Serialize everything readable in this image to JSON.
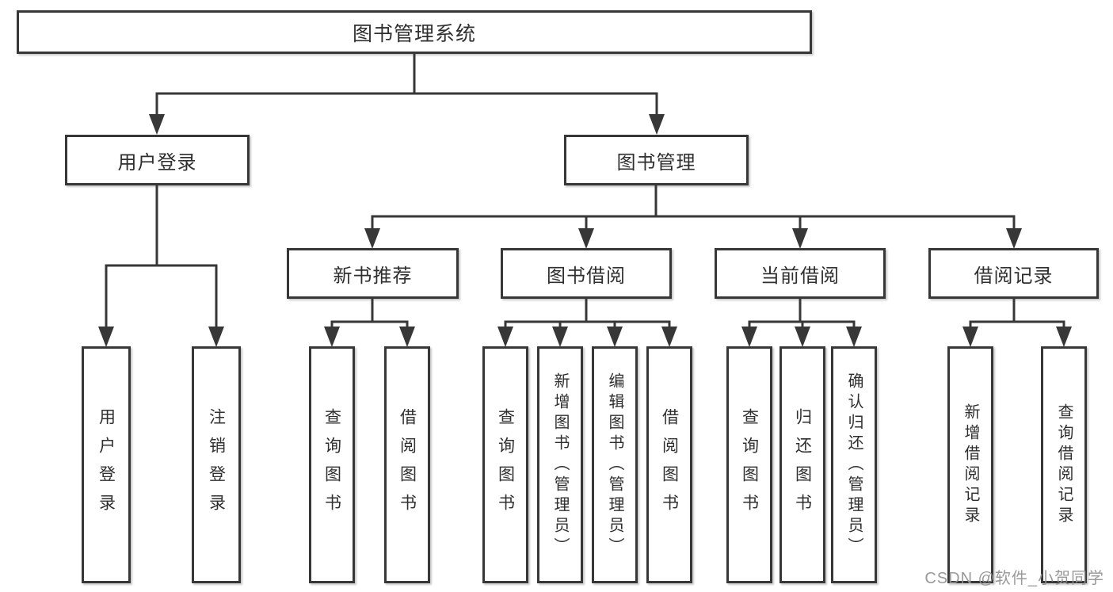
{
  "diagram": {
    "root": {
      "label": "图书管理系统"
    },
    "level2": [
      {
        "label": "用户登录"
      },
      {
        "label": "图书管理"
      }
    ],
    "level3": [
      {
        "label": "新书推荐"
      },
      {
        "label": "图书借阅"
      },
      {
        "label": "当前借阅"
      },
      {
        "label": "借阅记录"
      }
    ],
    "leaves": {
      "user_login": [
        {
          "label": "用户登录"
        },
        {
          "label": "注销登录"
        }
      ],
      "new_book_recommendation": [
        {
          "label": "查询图书"
        },
        {
          "label": "借阅图书"
        }
      ],
      "book_borrowing": [
        {
          "label": "查询图书"
        },
        {
          "label": "新增图书（管理员）"
        },
        {
          "label": "编辑图书（管理员）"
        },
        {
          "label": "借阅图书"
        }
      ],
      "current_borrowing": [
        {
          "label": "查询图书"
        },
        {
          "label": "归还图书"
        },
        {
          "label": "确认归还（管理员）"
        }
      ],
      "borrowing_records": [
        {
          "label": "新增借阅记录"
        },
        {
          "label": "查询借阅记录"
        }
      ]
    }
  },
  "watermark": {
    "text": "CSDN @软件_小贺同学"
  },
  "colors": {
    "line": "#373737",
    "text": "#2f2f2f",
    "background": "#ffffff",
    "watermark": "#949494"
  }
}
